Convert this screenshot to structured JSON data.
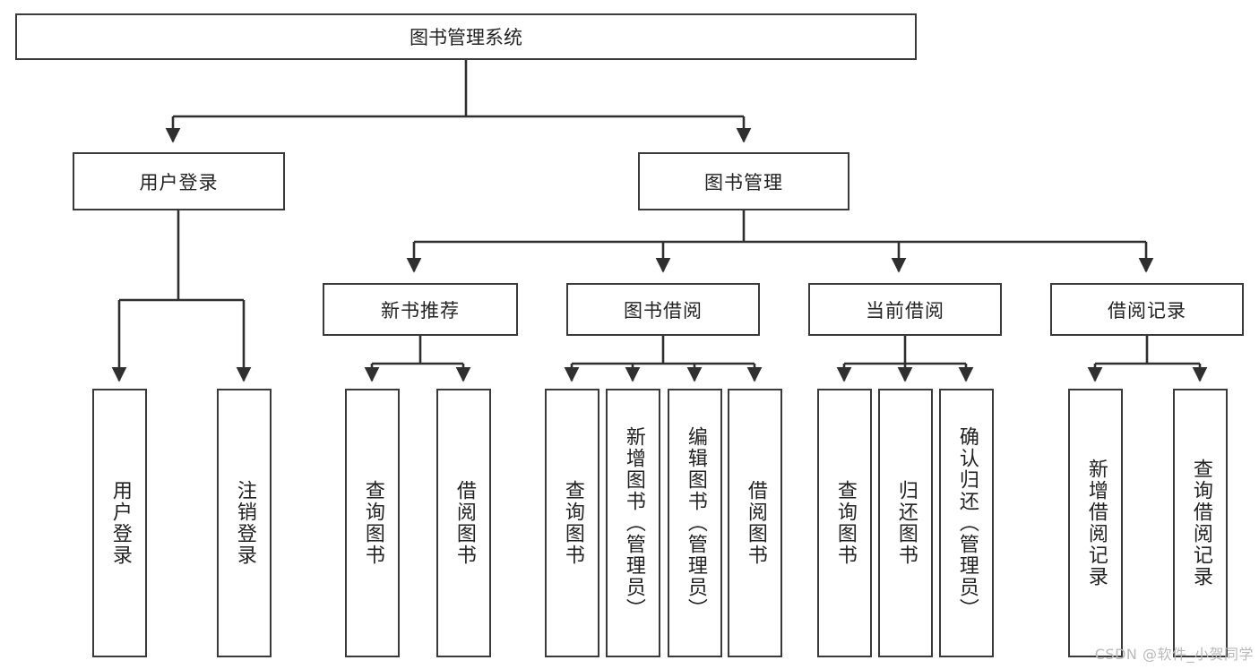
{
  "diagram": {
    "title": "图书管理系统",
    "type": "hierarchy-tree",
    "root": {
      "label": "图书管理系统"
    },
    "level1": [
      {
        "label": "用户登录"
      },
      {
        "label": "图书管理"
      }
    ],
    "level2": [
      {
        "label": "新书推荐"
      },
      {
        "label": "图书借阅"
      },
      {
        "label": "当前借阅"
      },
      {
        "label": "借阅记录"
      }
    ],
    "leaves": {
      "user_login": [
        {
          "label": "用户登录"
        },
        {
          "label": "注销登录"
        }
      ],
      "new_book_recommend": [
        {
          "label": "查询图书"
        },
        {
          "label": "借阅图书"
        }
      ],
      "book_borrow": [
        {
          "label": "查询图书"
        },
        {
          "label": "新增图书（管理员）"
        },
        {
          "label": "编辑图书（管理员）"
        },
        {
          "label": "借阅图书"
        }
      ],
      "current_borrow": [
        {
          "label": "查询图书"
        },
        {
          "label": "归还图书"
        },
        {
          "label": "确认归还（管理员）"
        }
      ],
      "borrow_record": [
        {
          "label": "新增借阅记录"
        },
        {
          "label": "查询借阅记录"
        }
      ]
    }
  },
  "watermark": {
    "text": "CSDN @软件_小贺同学"
  },
  "colors": {
    "box_border": "#3a3a3a",
    "line": "#2f2f2f",
    "text": "#222222",
    "background": "#ffffff",
    "watermark": "#b9b9b9"
  }
}
